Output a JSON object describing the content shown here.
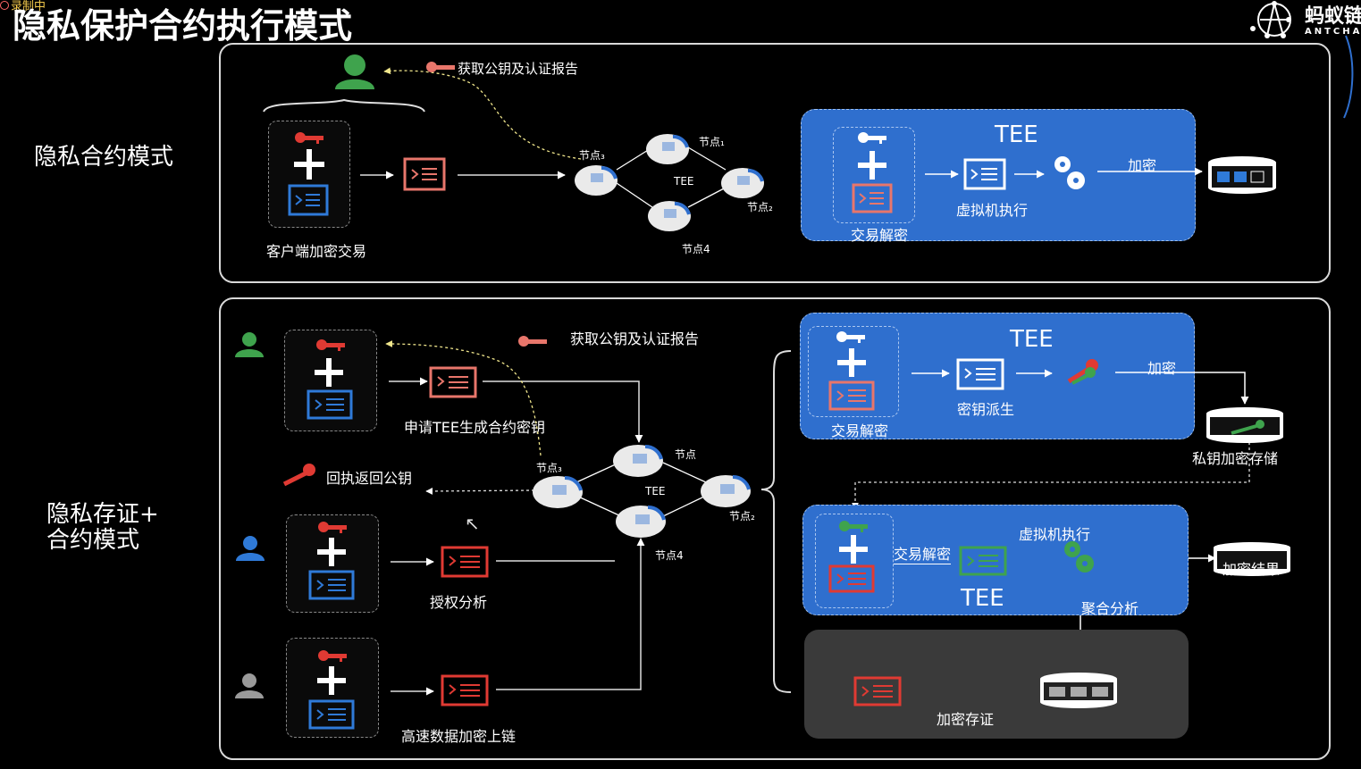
{
  "recording_label": "录制中",
  "page_title": "隐私保护合约执行模式",
  "logo": {
    "brand_cn": "蚂蚁链",
    "brand_en": "ANTCHAIN",
    "icon": "antchain-logo-icon"
  },
  "colors": {
    "tee_blue": "#2f6fce",
    "red": "#e03a33",
    "salmon": "#e8766b",
    "green": "#3fa34d",
    "user_blue": "#2f7ad8",
    "gray": "#9a9a9a"
  },
  "section1": {
    "label": "隐私合约模式",
    "client_label": "客户端加密交易",
    "key_report": "获取公钥及认证报告",
    "nodes": {
      "n3": "节点₃",
      "n1": "节点₁",
      "n2": "节点₂",
      "n4": "节点4",
      "tee": "TEE"
    },
    "tee_title": "TEE",
    "tx_decrypt": "交易解密",
    "vm_exec": "虚拟机执行",
    "encrypt": "加密"
  },
  "section2": {
    "label_line1": "隐私存证+",
    "label_line2": "合约模式",
    "key_report": "获取公钥及认证报告",
    "apply_label": "申请TEE生成合约密钥",
    "return_key": "回执返回公钥",
    "auth_analysis": "授权分析",
    "fast_upload": "高速数据加密上链",
    "nodes": {
      "n3": "节点₃",
      "n1": "节点",
      "n2": "节点₂",
      "n4": "节点4",
      "tee": "TEE"
    },
    "tee1": {
      "title": "TEE",
      "tx_decrypt": "交易解密",
      "key_derive": "密钥派生",
      "encrypt": "加密",
      "storage": "私钥加密存储"
    },
    "tee2": {
      "title": "TEE",
      "tx_decrypt": "交易解密",
      "vm_exec": "虚拟机执行",
      "agg": "聚合分析",
      "result": "加密结果"
    },
    "evidence": {
      "label": "加密存证"
    }
  }
}
